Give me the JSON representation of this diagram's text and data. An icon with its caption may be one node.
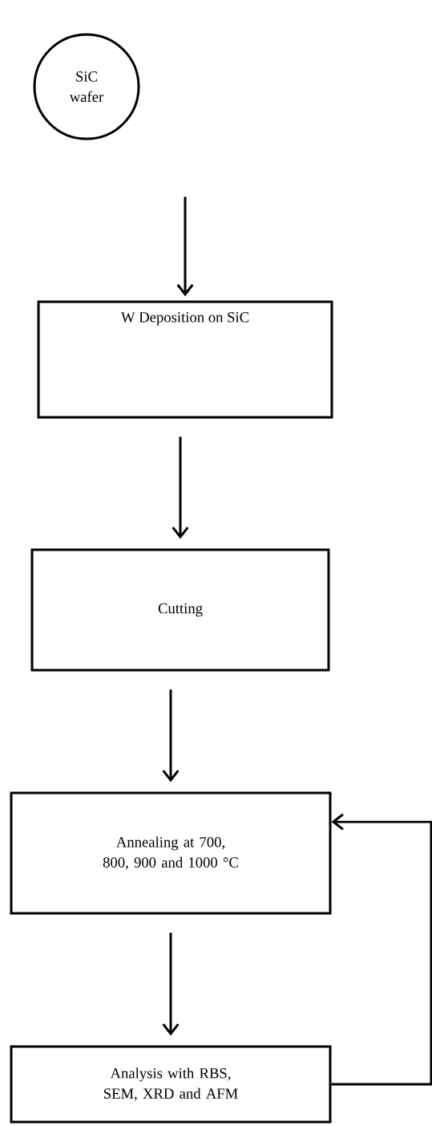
{
  "diagram": {
    "nodes": [
      {
        "text": [
          "SiC wafer"
        ]
      },
      {
        "text": [
          "W Deposition on SiC"
        ]
      },
      {
        "text": [
          "Cutting"
        ]
      },
      {
        "text": [
          "Annealing at 700, 800, 900 and 1000 °C"
        ]
      },
      {
        "text": [
          "Analysis with RBS, SEM, XRD and AFM"
        ]
      }
    ],
    "edges": [
      {
        "from": null,
        "to": 1,
        "arrow": "to"
      },
      {
        "from": 1,
        "to": 2,
        "arrow": "to"
      },
      {
        "from": 2,
        "to": 3,
        "arrow": "to"
      },
      {
        "from": 3,
        "to": 4,
        "arrow": "to"
      },
      {
        "from": 4,
        "to": 3,
        "arrow": "to"
      }
    ]
  }
}
